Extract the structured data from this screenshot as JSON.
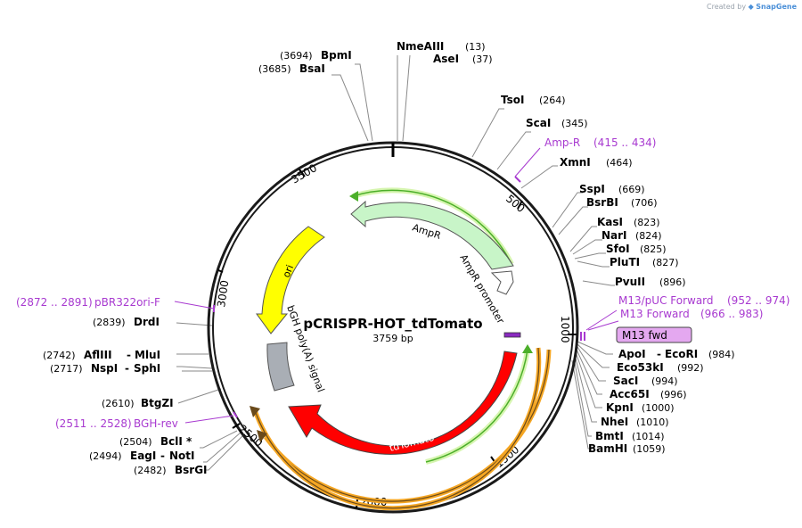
{
  "credit": {
    "prefix": "Created by",
    "brand": "SnapGene"
  },
  "plasmid": {
    "name": "pCRISPR-HOT_tdTomato",
    "length": "3759 bp"
  },
  "ticks": [
    "500",
    "1000",
    "1500",
    "2000",
    "2500",
    "3000",
    "3500"
  ],
  "features": {
    "ampr": "AmpR",
    "ampr_promoter": "AmpR promoter",
    "ori": "ori",
    "bgh": "bGH poly(A) signal",
    "tdtomato": "tdTomato",
    "m13fwd_box": "M13 fwd"
  },
  "sites_right": [
    {
      "name": "NmeAIII",
      "pos": "(13)"
    },
    {
      "name": "AseI",
      "pos": "(37)"
    },
    {
      "name": "TsoI",
      "pos": "(264)"
    },
    {
      "name": "ScaI",
      "pos": "(345)"
    },
    {
      "name": "XmnI",
      "pos": "(464)"
    },
    {
      "name": "SspI",
      "pos": "(669)"
    },
    {
      "name": "BsrBI",
      "pos": "(706)"
    },
    {
      "name": "KasI",
      "pos": "(823)"
    },
    {
      "name": "NarI",
      "pos": "(824)"
    },
    {
      "name": "SfoI",
      "pos": "(825)"
    },
    {
      "name": "PluTI",
      "pos": "(827)"
    },
    {
      "name": "PvuII",
      "pos": "(896)"
    },
    {
      "name": "ApoI",
      "sep": "-",
      "name2": "EcoRI",
      "pos": "(984)"
    },
    {
      "name": "Eco53kI",
      "pos": "(992)"
    },
    {
      "name": "SacI",
      "pos": "(994)"
    },
    {
      "name": "Acc65I",
      "pos": "(996)"
    },
    {
      "name": "KpnI",
      "pos": "(1000)"
    },
    {
      "name": "NheI",
      "pos": "(1010)"
    },
    {
      "name": "BmtI",
      "pos": "(1014)"
    },
    {
      "name": "BamHI",
      "pos": "(1059)"
    }
  ],
  "sites_left": [
    {
      "pos": "(3694)",
      "name": "BpmI"
    },
    {
      "pos": "(3685)",
      "name": "BsaI"
    },
    {
      "pos": "(2839)",
      "name": "DrdI"
    },
    {
      "pos": "(2742)",
      "name": "AflIII",
      "sep": "-",
      "name2": "MluI"
    },
    {
      "pos": "(2717)",
      "name": "NspI",
      "sep": "-",
      "name2": "SphI"
    },
    {
      "pos": "(2610)",
      "name": "BtgZI"
    },
    {
      "pos": "(2504)",
      "name": "BclI *"
    },
    {
      "pos": "(2494)",
      "name": "EagI",
      "sep": "-",
      "name2": "NotI"
    },
    {
      "pos": "(2482)",
      "name": "BsrGI"
    }
  ],
  "primers": [
    {
      "name": "Amp-R",
      "range": "(415 .. 434)"
    },
    {
      "name": "M13/pUC Forward",
      "range": "(952 .. 974)"
    },
    {
      "name": "M13 Forward",
      "range": "(966 .. 983)"
    },
    {
      "name": "pBR322ori-F",
      "range": "(2872 .. 2891)"
    },
    {
      "name": "BGH-rev",
      "range": "(2511 .. 2528)"
    }
  ],
  "colors": {
    "backbone": "#1a1a1a",
    "ampr": "#c8f5c8",
    "ori": "#ffff00",
    "bgh": "#a9aeb5",
    "tdtomato": "#ff0000",
    "primer": "#a83ad0",
    "primer_box": "#e4a8f0",
    "orf_orange": "#f5a623",
    "orf_green": "#4caf2a"
  }
}
